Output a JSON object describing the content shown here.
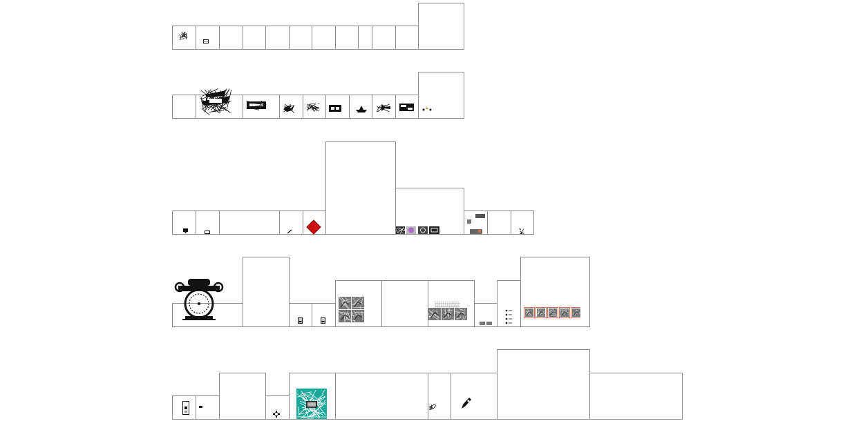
{
  "palette": {
    "border": "#8a8a8a",
    "ink": "#111111",
    "gray": "#777777",
    "light_gray": "#b5b5b5",
    "red": "#cc1111",
    "orange_red": "#e06a50",
    "teal": "#1aa89a",
    "purple": "#b06acb"
  },
  "rows": [
    {
      "name": "row-1",
      "cells": [
        {
          "name": "tile-1-1",
          "icons": [
            {
              "name": "gear-sketch-icon"
            }
          ]
        },
        {
          "name": "tile-1-2",
          "icons": [
            {
              "name": "small-box-icon"
            }
          ]
        },
        {
          "name": "tile-1-3",
          "icons": []
        },
        {
          "name": "tile-1-4",
          "icons": []
        },
        {
          "name": "tile-1-5",
          "icons": []
        },
        {
          "name": "tile-1-6",
          "icons": []
        },
        {
          "name": "tile-1-7",
          "icons": []
        },
        {
          "name": "tile-1-8",
          "icons": []
        },
        {
          "name": "tile-1-9",
          "icons": []
        },
        {
          "name": "tile-1-10",
          "icons": []
        },
        {
          "name": "tile-1-11",
          "icons": []
        },
        {
          "name": "tile-1-12",
          "icons": []
        }
      ]
    },
    {
      "name": "row-2",
      "cells": [
        {
          "name": "tile-2-1",
          "icons": []
        },
        {
          "name": "tile-2-2",
          "icons": [
            {
              "name": "warship-drawing-icon"
            }
          ]
        },
        {
          "name": "tile-2-3",
          "icons": [
            {
              "name": "engine-block-icon"
            }
          ]
        },
        {
          "name": "tile-2-4",
          "icons": [
            {
              "name": "bird-sketch-icon"
            }
          ]
        },
        {
          "name": "tile-2-5",
          "icons": [
            {
              "name": "dragon-sketch-icon"
            }
          ]
        },
        {
          "name": "tile-2-6",
          "icons": [
            {
              "name": "machine-panel-icon"
            }
          ]
        },
        {
          "name": "tile-2-7",
          "icons": [
            {
              "name": "boat-sketch-icon"
            }
          ]
        },
        {
          "name": "tile-2-8",
          "icons": [
            {
              "name": "aircraft-sketch-icon"
            }
          ]
        },
        {
          "name": "tile-2-9",
          "icons": [
            {
              "name": "control-board-icon"
            }
          ]
        },
        {
          "name": "tile-2-10",
          "icons": [
            {
              "name": "tiny-figures-icon"
            }
          ]
        }
      ]
    },
    {
      "name": "row-3",
      "cells": [
        {
          "name": "tile-3-1",
          "icons": [
            {
              "name": "monitor-icon"
            }
          ]
        },
        {
          "name": "tile-3-2",
          "icons": [
            {
              "name": "small-device-icon"
            }
          ]
        },
        {
          "name": "tile-3-3",
          "icons": []
        },
        {
          "name": "tile-3-4",
          "icons": [
            {
              "name": "pen-icon"
            }
          ]
        },
        {
          "name": "tile-3-5",
          "icons": [
            {
              "name": "red-diamond-icon"
            }
          ]
        },
        {
          "name": "tile-3-6",
          "icons": []
        },
        {
          "name": "tile-3-7",
          "icons": [
            {
              "name": "dark-thumb-icon"
            },
            {
              "name": "purple-thumb-icon"
            },
            {
              "name": "circle-thumb-icon"
            },
            {
              "name": "rect-thumb-icon"
            }
          ]
        },
        {
          "name": "tile-3-8",
          "icons": [
            {
              "name": "mini-scene-icon"
            }
          ]
        },
        {
          "name": "tile-3-9",
          "icons": []
        },
        {
          "name": "tile-3-10",
          "icons": [
            {
              "name": "scribble-icon"
            }
          ]
        }
      ]
    },
    {
      "name": "row-4",
      "cells": [
        {
          "name": "tile-4-1",
          "icons": [
            {
              "name": "ornate-clock-icon"
            }
          ]
        },
        {
          "name": "tile-4-2",
          "icons": []
        },
        {
          "name": "tile-4-3",
          "icons": [
            {
              "name": "tiny-card-icon"
            }
          ]
        },
        {
          "name": "tile-4-4",
          "icons": [
            {
              "name": "tiny-card-icon"
            }
          ]
        },
        {
          "name": "tile-4-5",
          "icons": [
            {
              "name": "rotation-grid-icon"
            }
          ]
        },
        {
          "name": "tile-4-6",
          "icons": []
        },
        {
          "name": "tile-4-7",
          "icons": [
            {
              "name": "grid-sketch-icon"
            }
          ]
        },
        {
          "name": "tile-4-8",
          "icons": [
            {
              "name": "tiny-pair-icon"
            }
          ]
        },
        {
          "name": "tile-4-9",
          "icons": [
            {
              "name": "vertical-list-icon"
            }
          ]
        },
        {
          "name": "tile-4-10",
          "icons": [
            {
              "name": "framed-thumbs-icon"
            }
          ]
        }
      ]
    },
    {
      "name": "row-5",
      "cells": [
        {
          "name": "tile-5-1",
          "icons": [
            {
              "name": "door-icon"
            }
          ]
        },
        {
          "name": "tile-5-2",
          "icons": [
            {
              "name": "dot-icon"
            }
          ]
        },
        {
          "name": "tile-5-3",
          "icons": []
        },
        {
          "name": "tile-5-4",
          "icons": [
            {
              "name": "cross-icon"
            }
          ]
        },
        {
          "name": "tile-5-5",
          "icons": [
            {
              "name": "teal-photo-icon"
            }
          ]
        },
        {
          "name": "tile-5-6",
          "icons": []
        },
        {
          "name": "tile-5-7",
          "icons": [
            {
              "name": "tiny-sketch-icon"
            }
          ]
        },
        {
          "name": "tile-5-8",
          "icons": [
            {
              "name": "rocket-icon"
            }
          ]
        },
        {
          "name": "tile-5-9",
          "icons": []
        },
        {
          "name": "tile-5-10",
          "icons": []
        }
      ]
    }
  ]
}
